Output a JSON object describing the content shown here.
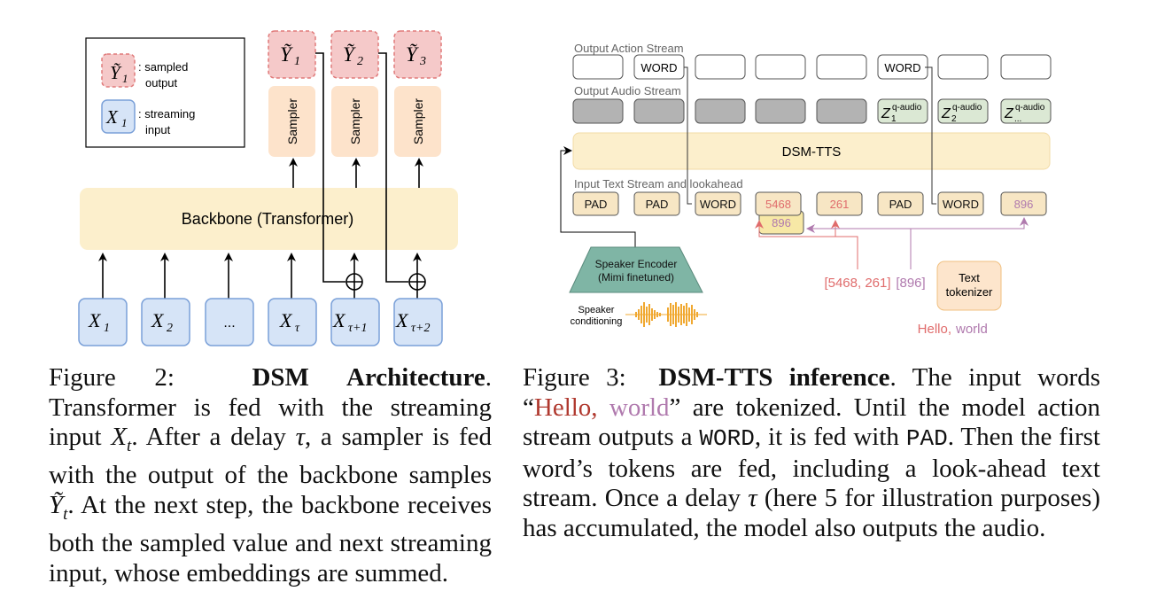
{
  "figure2": {
    "legend": {
      "sampled_symbol": "Ỹ",
      "sampled_sub": "1",
      "sampled_label_1": ": sampled",
      "sampled_label_2": "output",
      "streaming_symbol": "X",
      "streaming_sub": "1",
      "streaming_label_1": ": streaming",
      "streaming_label_2": "input"
    },
    "outputs": [
      {
        "symbol": "Ỹ",
        "sub": "1"
      },
      {
        "symbol": "Ỹ",
        "sub": "2"
      },
      {
        "symbol": "Ỹ",
        "sub": "3"
      }
    ],
    "sampler_label": "Sampler",
    "backbone_label": "Backbone (Transformer)",
    "inputs": [
      {
        "symbol": "X",
        "sub": "1"
      },
      {
        "symbol": "X",
        "sub": "2"
      },
      {
        "symbol": "...",
        "sub": ""
      },
      {
        "symbol": "X",
        "sub": "τ"
      },
      {
        "symbol": "X",
        "sub": "τ+1"
      },
      {
        "symbol": "X",
        "sub": "τ+2"
      }
    ],
    "caption": {
      "label": "Figure 2:",
      "title": "DSM Architecture",
      "text_1": ". Transformer is fed with the streaming input ",
      "xt": "X",
      "xt_sub": "t",
      "text_2": ". After a delay ",
      "tau": "τ",
      "text_3": ", a sampler is fed with the output of the backbone samples ",
      "yt": "Ỹ",
      "yt_sub": "t",
      "text_4": ". At the next step, the backbone receives both the sampled value and next streaming input, whose embeddings are summed."
    }
  },
  "figure3": {
    "action_stream_label": "Output Action Stream",
    "action_stream": [
      "",
      "WORD",
      "",
      "",
      "",
      "WORD",
      "",
      ""
    ],
    "audio_stream_label": "Output Audio Stream",
    "audio_stream": [
      {
        "kind": "gray",
        "sub": ""
      },
      {
        "kind": "gray",
        "sub": ""
      },
      {
        "kind": "gray",
        "sub": ""
      },
      {
        "kind": "gray",
        "sub": ""
      },
      {
        "kind": "gray",
        "sub": ""
      },
      {
        "kind": "z",
        "sub": "1"
      },
      {
        "kind": "z",
        "sub": "2"
      },
      {
        "kind": "z",
        "sub": "..."
      }
    ],
    "z_symbol": "Z",
    "z_sup": "q-audio",
    "model_label": "DSM-TTS",
    "text_stream_label": "Input Text Stream and lookahead",
    "text_stream": [
      {
        "text": "PAD",
        "color": "#111111"
      },
      {
        "text": "PAD",
        "color": "#111111"
      },
      {
        "text": "WORD",
        "color": "#111111"
      },
      {
        "text": "5468",
        "color": "#e06c6c"
      },
      {
        "text": "261",
        "color": "#e06c6c"
      },
      {
        "text": "PAD",
        "color": "#111111"
      },
      {
        "text": "WORD",
        "color": "#111111"
      },
      {
        "text": "896",
        "color": "#b07aae"
      }
    ],
    "lookahead_token": "896",
    "speaker_encoder_line1": "Speaker Encoder",
    "speaker_encoder_line2": "(Mimi finetuned)",
    "speaker_cond_line1": "Speaker",
    "speaker_cond_line2": "conditioning",
    "tokens_hello": "[5468, 261]",
    "tokens_world": "[896]",
    "tokenizer_line1": "Text",
    "tokenizer_line2": "tokenizer",
    "input_hello": "Hello,",
    "input_world": "world",
    "colors": {
      "hello": "#e06c6c",
      "world": "#b07aae",
      "model_fill": "#fcefcc",
      "token_fill": "#f7e6c4",
      "audio_gray": "#b3b3b3",
      "z_fill": "#dbe8d4",
      "encoder_fill": "#7fb5a5",
      "tokenizer_fill": "#fde5cc",
      "waveform": "#f0a830"
    },
    "caption": {
      "label": "Figure 3:",
      "title": "DSM-TTS inference",
      "text_1": ". The input words “",
      "hello": "Hello,",
      "world": "world",
      "text_2": "” are tokenized. Until the model action stream outputs a ",
      "word": "WORD",
      "text_3": ", it is fed with ",
      "pad": "PAD",
      "text_4": ". Then the first word’s tokens are fed, including a look-ahead text stream. Once a delay ",
      "tau": "τ",
      "text_5": " (here 5 for illustration purposes) has accumulated, the model also outputs the audio."
    }
  }
}
